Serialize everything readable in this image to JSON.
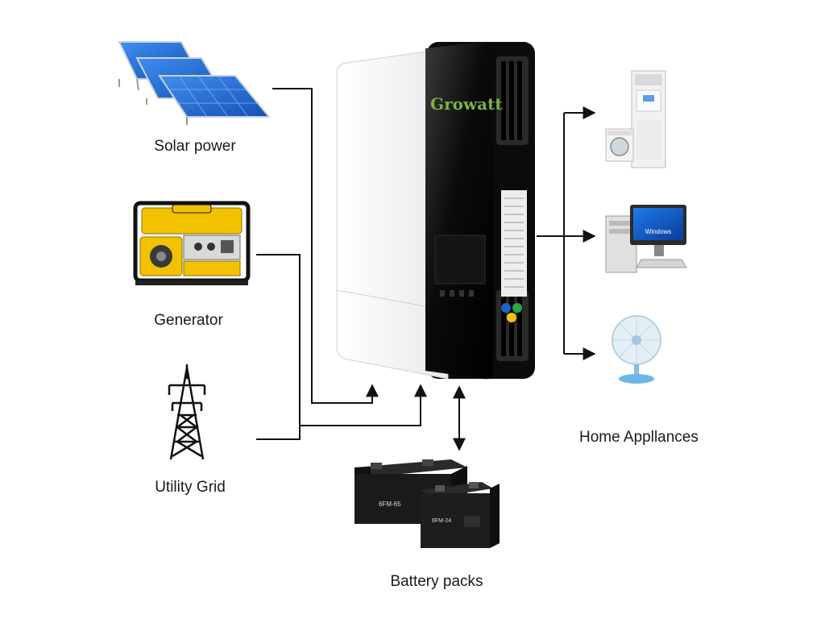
{
  "labels": {
    "solar": "Solar power",
    "generator": "Generator",
    "grid": "Utility Grid",
    "battery": "Battery packs",
    "appliances": "Home Appllances"
  },
  "inverter": {
    "brand": "Growatt",
    "brand_color": "#7cb342"
  },
  "battery_marks": {
    "large": "6FM-65",
    "small": "6FM-24"
  },
  "monitor_text": "Windows",
  "colors": {
    "line": "#111111",
    "solar_panel": "#1f6fd6",
    "generator_body": "#f2c200",
    "inverter_front": "#f5f5f5",
    "inverter_side": "#0d0d0d",
    "battery": "#1a1a1a",
    "indicator_blue": "#1e63c6",
    "indicator_green": "#29a745",
    "indicator_yellow": "#f4c20d"
  },
  "icons": {
    "solar": "solar-panel-icon",
    "generator": "generator-icon",
    "grid": "power-tower-icon",
    "battery": "battery-icon",
    "inverter": "hybrid-inverter-icon",
    "appliance_1": "air-conditioner-washer-icon",
    "appliance_2": "desktop-computer-icon",
    "appliance_3": "electric-fan-icon"
  }
}
